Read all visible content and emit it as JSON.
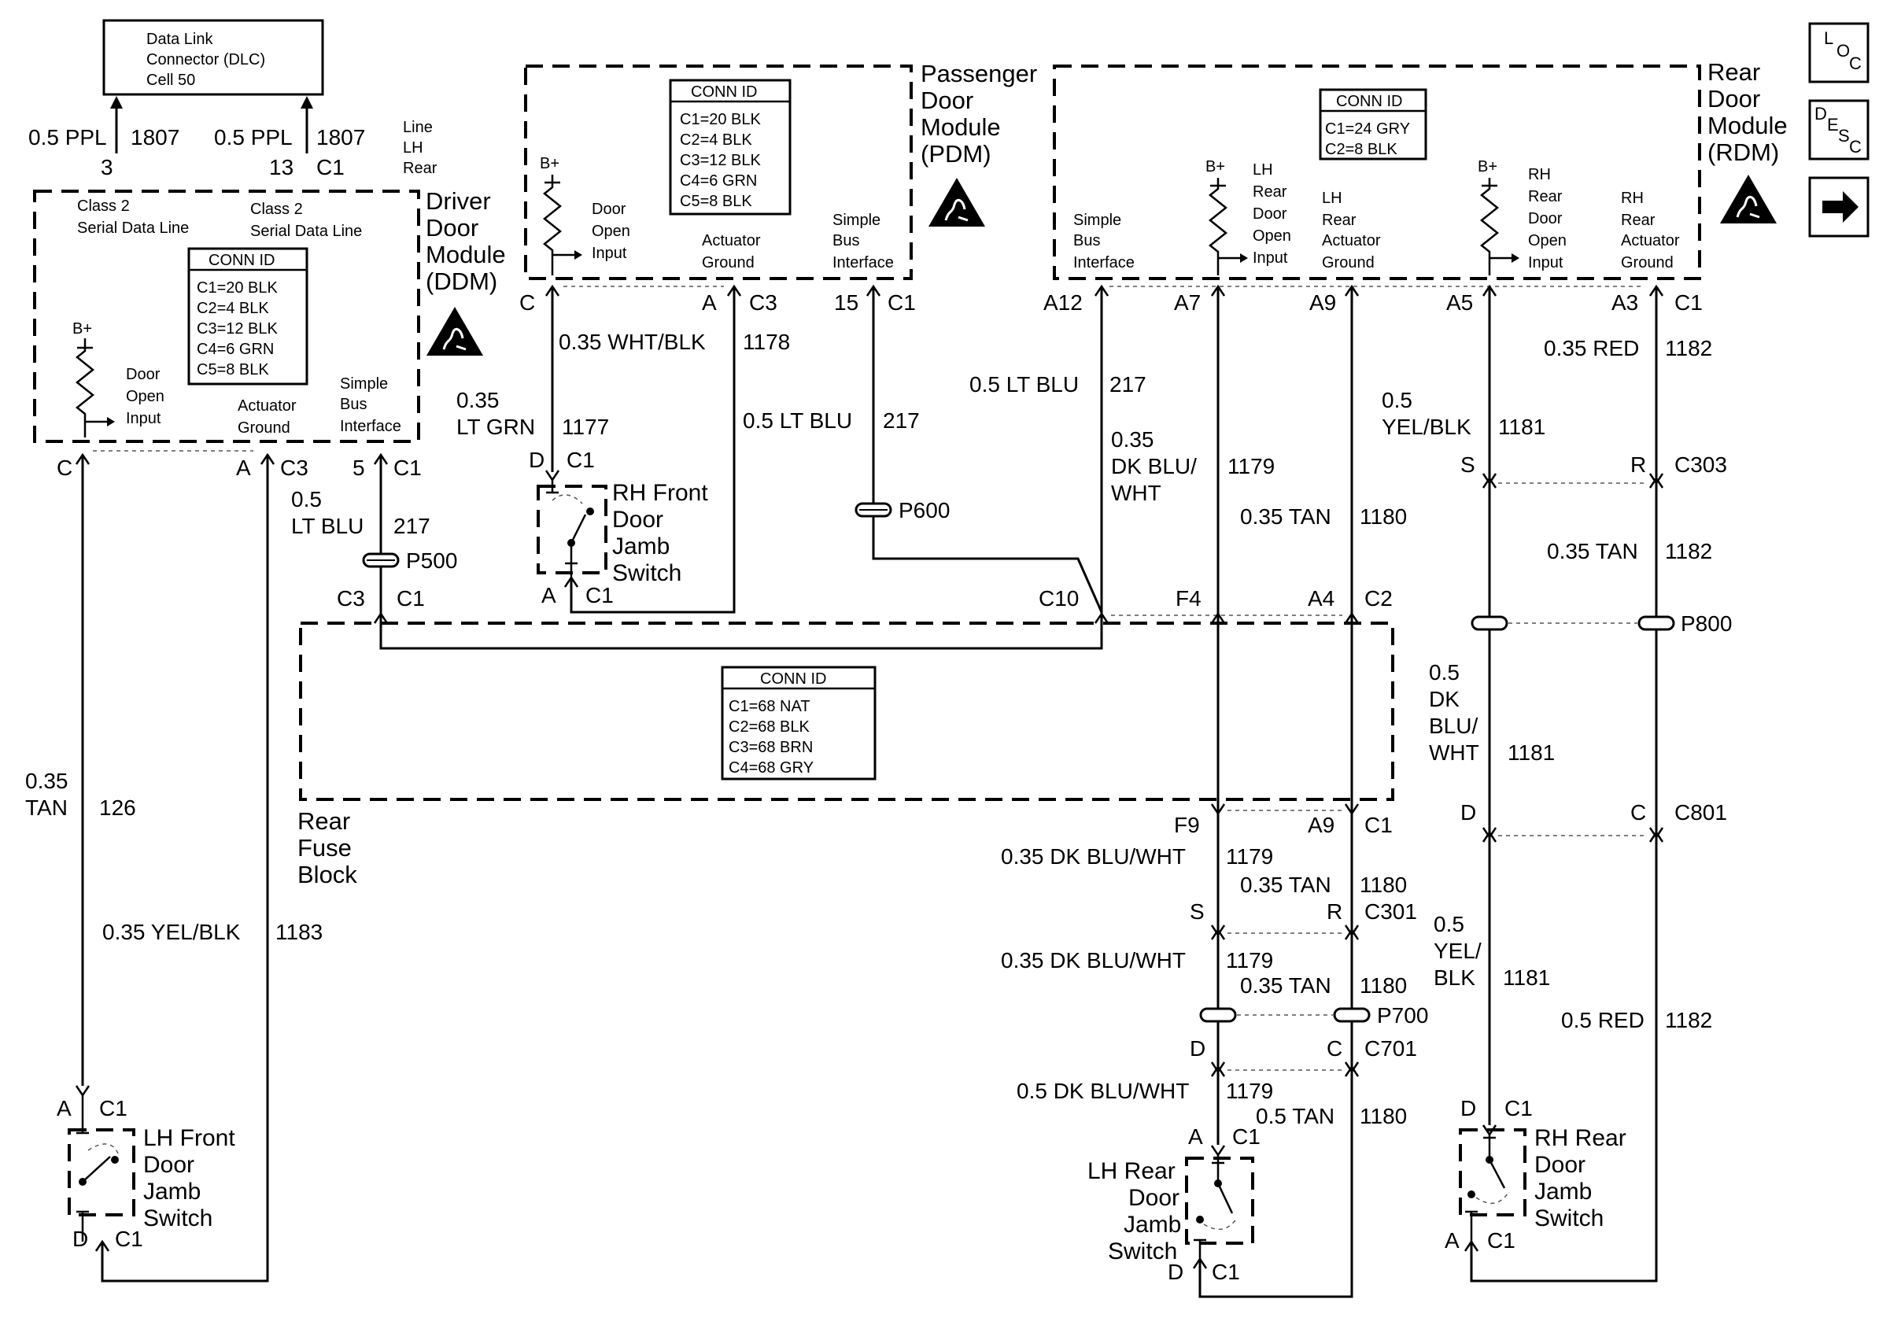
{
  "dlc": {
    "line1": "Data Link",
    "line2": "Connector (DLC)",
    "line3": "Cell 50"
  },
  "dlc_left": {
    "gauge": "0.5 PPL",
    "circuit": "1807",
    "pin": "3"
  },
  "dlc_right": {
    "gauge": "0.5 PPL",
    "circuit": "1807",
    "pin": "13",
    "conn": "C1"
  },
  "line_lh_rear": {
    "l1": "Line",
    "l2": "LH",
    "l3": "Rear"
  },
  "ddm": {
    "name1": "Driver",
    "name2": "Door",
    "name3": "Module",
    "name4": "(DDM)",
    "class2_a1": "Class 2",
    "class2_a2": "Serial Data Line",
    "class2_b1": "Class 2",
    "class2_b2": "Serial Data Line",
    "conn_title": "CONN ID",
    "conn": [
      "C1=20 BLK",
      "C2=4 BLK",
      "C3=12 BLK",
      "C4=6 GRN",
      "C5=8 BLK"
    ],
    "bplus": "B+",
    "door1": "Door",
    "door2": "Open",
    "door3": "Input",
    "act1": "Actuator",
    "act2": "Ground",
    "sbi1": "Simple",
    "sbi2": "Bus",
    "sbi3": "Interface",
    "pin_c": "C",
    "pin_a": "A",
    "conn_c3": "C3",
    "pin_5": "5",
    "conn_c1": "C1"
  },
  "pdm": {
    "name1": "Passenger",
    "name2": "Door",
    "name3": "Module",
    "name4": "(PDM)",
    "conn_title": "CONN ID",
    "conn": [
      "C1=20 BLK",
      "C2=4 BLK",
      "C3=12 BLK",
      "C4=6 GRN",
      "C5=8 BLK"
    ],
    "bplus": "B+",
    "door1": "Door",
    "door2": "Open",
    "door3": "Input",
    "act1": "Actuator",
    "act2": "Ground",
    "sbi1": "Simple",
    "sbi2": "Bus",
    "sbi3": "Interface",
    "pin_c": "C",
    "pin_a": "A",
    "conn_c3": "C3",
    "pin_15": "15",
    "conn_c1": "C1"
  },
  "rdm": {
    "name1": "Rear",
    "name2": "Door",
    "name3": "Module",
    "name4": "(RDM)",
    "conn_title": "CONN ID",
    "conn": [
      "C1=24 GRY",
      "C2=8 BLK"
    ],
    "sbi1": "Simple",
    "sbi2": "Bus",
    "sbi3": "Interface",
    "bplus1": "B+",
    "bplus2": "B+",
    "lhd1": "LH",
    "lhd2": "Rear",
    "lhd3": "Door",
    "lhd4": "Open",
    "lhd5": "Input",
    "lha1": "LH",
    "lha2": "Rear",
    "lha3": "Actuator",
    "lha4": "Ground",
    "rhd1": "RH",
    "rhd2": "Rear",
    "rhd3": "Door",
    "rhd4": "Open",
    "rhd5": "Input",
    "rha1": "RH",
    "rha2": "Rear",
    "rha3": "Actuator",
    "rha4": "Ground",
    "pins": [
      "A12",
      "A7",
      "A9",
      "A5",
      "A3"
    ],
    "conn_c1": "C1"
  },
  "fuse": {
    "name1": "Rear",
    "name2": "Fuse",
    "name3": "Block",
    "conn_title": "CONN ID",
    "conn": [
      "C1=68 NAT",
      "C2=68 BLK",
      "C3=68 BRN",
      "C4=68 GRY"
    ],
    "top_c3": "C3",
    "top_c1": "C1",
    "top_c10": "C10",
    "top_f4": "F4",
    "top_a4": "A4",
    "top_c2": "C2",
    "bot_f9": "F9",
    "bot_a9": "A9",
    "bot_c1": "C1"
  },
  "wires": {
    "w126_g1": "0.35",
    "w126_g2": "TAN",
    "w126_c": "126",
    "w1183": "0.35 YEL/BLK",
    "w1183_c": "1183",
    "w217a_g1": "0.5",
    "w217a_g2": "LT BLU",
    "w217a_c": "217",
    "w1177_g1": "0.35",
    "w1177_g2": "LT GRN",
    "w1177_c": "1177",
    "w1178": "0.35 WHT/BLK",
    "w1178_c": "1178",
    "w217b": "0.5 LT BLU",
    "w217b_c": "217",
    "w217c": "0.5 LT BLU",
    "w217c_c": "217",
    "w1179a_g1": "0.35",
    "w1179a_g2": "DK BLU/",
    "w1179a_g3": "WHT",
    "w1179a_c": "1179",
    "w1180a": "0.35 TAN",
    "w1180a_c": "1180",
    "w1181a_g1": "0.5",
    "w1181a_g2": "YEL/BLK",
    "w1181a_c": "1181",
    "w1182a": "0.35 RED",
    "w1182a_c": "1182",
    "w1182b": "0.35 TAN",
    "w1182b_c": "1182",
    "w1181b_g1": "0.5",
    "w1181b_g2": "DK",
    "w1181b_g3": "BLU/",
    "w1181b_g4": "WHT",
    "w1181b_c": "1181",
    "w1179b": "0.35 DK BLU/WHT",
    "w1179b_c": "1179",
    "w1180b": "0.35 TAN",
    "w1180b_c": "1180",
    "w1179c": "0.35 DK BLU/WHT",
    "w1179c_c": "1179",
    "w1180c": "0.35 TAN",
    "w1180c_c": "1180",
    "w1179d": "0.5 DK BLU/WHT",
    "w1179d_c": "1179",
    "w1180d": "0.5 TAN",
    "w1180d_c": "1180",
    "w1181c_g1": "0.5",
    "w1181c_g2": "YEL/",
    "w1181c_g3": "BLK",
    "w1181c_c": "1181",
    "w1182c": "0.5 RED",
    "w1182c_c": "1182"
  },
  "splices": {
    "p500": "P500",
    "p600": "P600",
    "p700": "P700",
    "p800": "P800"
  },
  "inline": {
    "c303_s": "S",
    "c303_r": "R",
    "c303": "C303",
    "c801_d": "D",
    "c801_c": "C",
    "c801": "C801",
    "c301_s": "S",
    "c301_r": "R",
    "c301": "C301",
    "c701_d": "D",
    "c701_c": "C",
    "c701": "C701"
  },
  "switches": {
    "lhf1": "LH Front",
    "lhf2": "Door",
    "lhf3": "Jamb",
    "lhf4": "Switch",
    "lhf_top_pin": "A",
    "lhf_top_conn": "C1",
    "lhf_bot_pin": "D",
    "lhf_bot_conn": "C1",
    "rhf1": "RH Front",
    "rhf2": "Door",
    "rhf3": "Jamb",
    "rhf4": "Switch",
    "rhf_top_pin": "D",
    "rhf_top_conn": "C1",
    "rhf_bot_pin": "A",
    "rhf_bot_conn": "C1",
    "lhr1": "LH Rear",
    "lhr2": "Door",
    "lhr3": "Jamb",
    "lhr4": "Switch",
    "lhr_top_pin": "A",
    "lhr_top_conn": "C1",
    "lhr_bot_pin": "D",
    "lhr_bot_conn": "C1",
    "rhr1": "RH Rear",
    "rhr2": "Door",
    "rhr3": "Jamb",
    "rhr4": "Switch",
    "rhr_top_pin": "D",
    "rhr_top_conn": "C1",
    "rhr_bot_pin": "A",
    "rhr_bot_conn": "C1"
  },
  "nav": {
    "loc_l": "L",
    "loc_o": "O",
    "loc_c": "C",
    "desc_d": "D",
    "desc_e": "E",
    "desc_s": "S",
    "desc_c": "C",
    "next_icon": "arrow-right-icon"
  }
}
